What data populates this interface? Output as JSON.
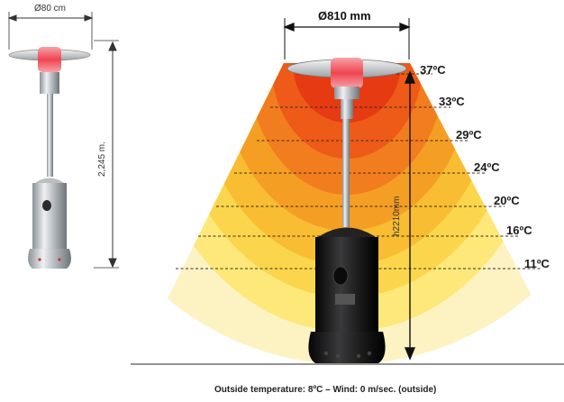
{
  "small_heater": {
    "diameter_label": "Ø80 cm",
    "height_label": "2,245 m."
  },
  "large_heater": {
    "diameter_label": "Ø810 mm",
    "height_label": "h2210mm"
  },
  "temperature_zones": [
    "37ºC",
    "33ºC",
    "29ºC",
    "24ºC",
    "20ºC",
    "16ºC",
    "11ºC"
  ],
  "caption": "Outside temperature: 8ºC – Wind: 0 m/sec. (outside)",
  "colors": {
    "zone_1": "#e63a12",
    "zone_2": "#ee5a18",
    "zone_3": "#f27d1e",
    "zone_4": "#f59e24",
    "zone_5": "#f8bd32",
    "zone_6": "#fbd64c",
    "zone_7": "#fde879",
    "zone_outer": "#fdf3c2",
    "flame": "#f0505a",
    "stainless": "#c8ccd0",
    "black_body": "#1c1c1e"
  }
}
